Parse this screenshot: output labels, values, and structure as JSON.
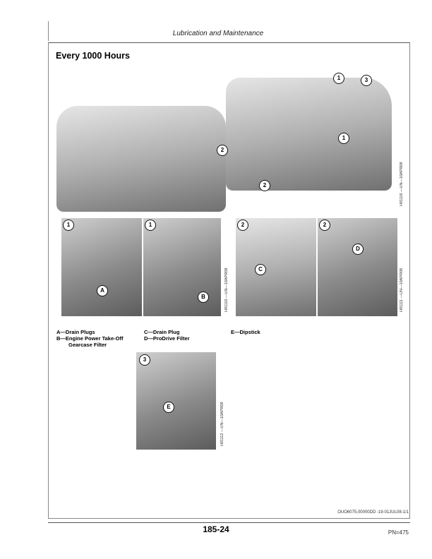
{
  "header": {
    "section": "Lubrication and Maintenance"
  },
  "title": "Every 1000 Hours",
  "figures": [
    {
      "id": "H91116 —UN—10APR08",
      "callouts": [
        "1",
        "3",
        "1",
        "2",
        "2"
      ]
    },
    {
      "id": "H91110 —UN—10APR08",
      "callouts": [
        "1",
        "A",
        "1",
        "B"
      ]
    },
    {
      "id": "H91111 —UN—10APR08",
      "callouts": [
        "2",
        "C",
        "2",
        "D"
      ]
    },
    {
      "id": "H91112 —UN—10APR08",
      "callouts": [
        "3",
        "E"
      ]
    }
  ],
  "legend": {
    "a": "A—Drain Plugs",
    "b": "B—Engine Power Take-Off",
    "b2": "Gearcase Filter",
    "c": "C—Drain Plug",
    "d": "D—ProDrive Filter",
    "e": "E—Dipstick"
  },
  "footer": {
    "doc_id": "OUO6075,00000DD -19-01JUL08-1/1",
    "page": "185-24",
    "pn": "PN=475"
  }
}
